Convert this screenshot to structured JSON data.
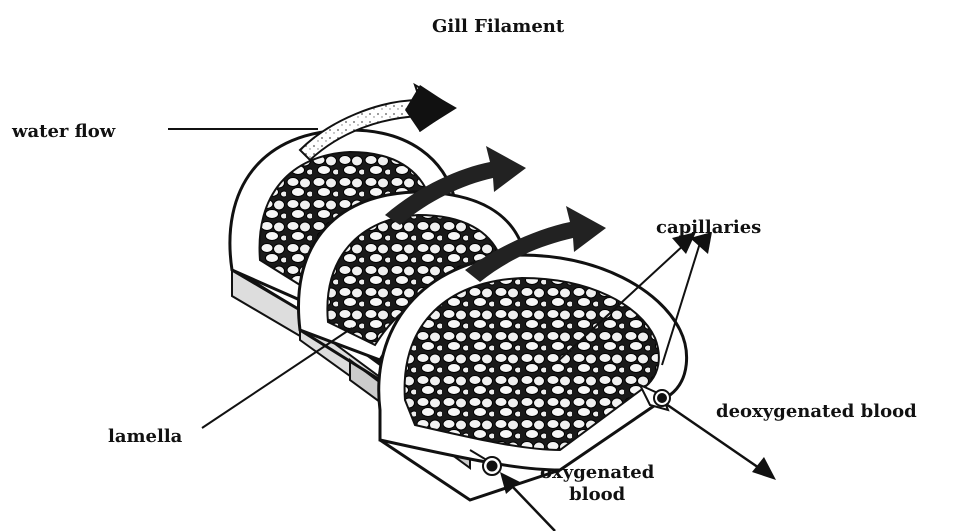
{
  "title": "Gill Filament",
  "labels": {
    "water_flow": "water flow",
    "capillaries": "capillaries",
    "lamella": "lamella",
    "deoxygenated_blood": "deoxygenated blood",
    "oxygenated_blood_line1": "oxygenated",
    "oxygenated_blood_line2": "blood"
  },
  "colors": {
    "ink": "#111111",
    "background": "#ffffff"
  }
}
